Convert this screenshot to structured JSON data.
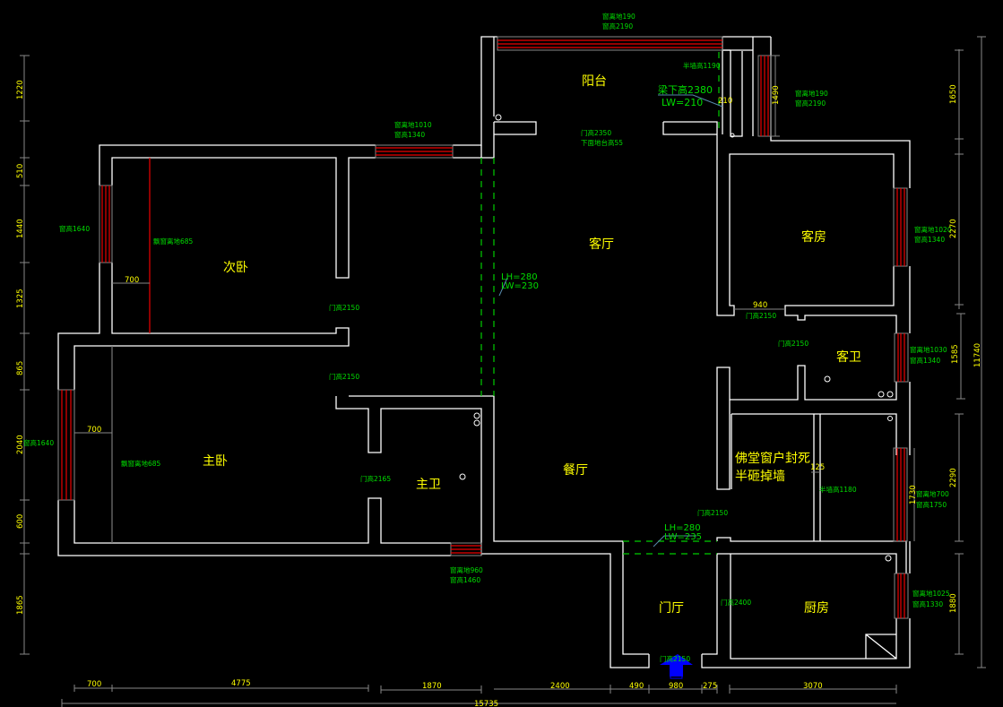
{
  "rooms": {
    "balcony": "阳台",
    "living": "客厅",
    "guest_room": "客房",
    "second_bedroom": "次卧",
    "master_bedroom": "主卧",
    "master_bath": "主卫",
    "dining": "餐厅",
    "guest_bath": "客卫",
    "buddha_line1": "佛堂窗户封死",
    "buddha_line2": "半砸掉墙",
    "foyer": "门厅",
    "kitchen": "厨房"
  },
  "notes": {
    "balcony_win_sill": "窗离地190",
    "balcony_win_h": "窗高2190",
    "b2_top_win_sill": "窗离地1010",
    "b2_top_win_h": "窗高1340",
    "b2_left_win_h": "窗高1640",
    "b2_bay": "飘窗离地685",
    "b2_door": "门高2150",
    "mb_door": "门高2150",
    "mb_win_h": "窗高1640",
    "mb_bay": "飘窗离地685",
    "mbath_door": "门高2165",
    "mbath_win_sill": "窗离地960",
    "mbath_win_h": "窗高1460",
    "half_wall_balcony": "半墙高1190",
    "beam_height": "梁下高2380",
    "beam_lw": "LW=210",
    "balc_right_win_sill": "窗离地190",
    "balc_right_win_h": "窗高2190",
    "balc_door": "门高2350",
    "platform": "下面地台高55",
    "lh1": "LH=280",
    "lw1": "LW=230",
    "guest_win_sill": "窗离地1020",
    "guest_win_h": "窗高1340",
    "guest_door": "门高2150",
    "gbath_door": "门高2150",
    "gbath_win_sill": "窗离地1030",
    "gbath_win_h": "窗高1340",
    "half_wall_buddha": "半墙高1180",
    "buddha_win_sill": "窗离地700",
    "buddha_win_h": "窗高1750",
    "buddha_door": "门高2150",
    "lh2": "LH=280",
    "lw2": "LW=235",
    "kitchen_door": "门高2400",
    "kitchen_win_sill": "窗离地1025",
    "kitchen_win_h": "窗高1330",
    "entry_door": "门高2150"
  },
  "dims": {
    "inner": {
      "b2_bay": "700",
      "mb_bay": "700",
      "guest_door": "940",
      "beam": "210",
      "balc_win": "1490",
      "half_wall": "125",
      "buddha_win": "1730"
    },
    "left": [
      "1220",
      "510",
      "1440",
      "1325",
      "865",
      "2040",
      "600",
      "1865"
    ],
    "right": [
      "1650",
      "2270",
      "1585",
      "2290",
      "1880"
    ],
    "right_total": "11740",
    "bottom": [
      "700",
      "4775",
      "1870",
      "2400",
      "490",
      "980",
      "275",
      "3070"
    ],
    "bottom_total": "15735"
  },
  "colors": {
    "wall": "#ffffff",
    "window": "#ee0000",
    "text_room": "#ffff00",
    "text_note": "#00dd00",
    "entry_arrow": "#0000ff"
  }
}
